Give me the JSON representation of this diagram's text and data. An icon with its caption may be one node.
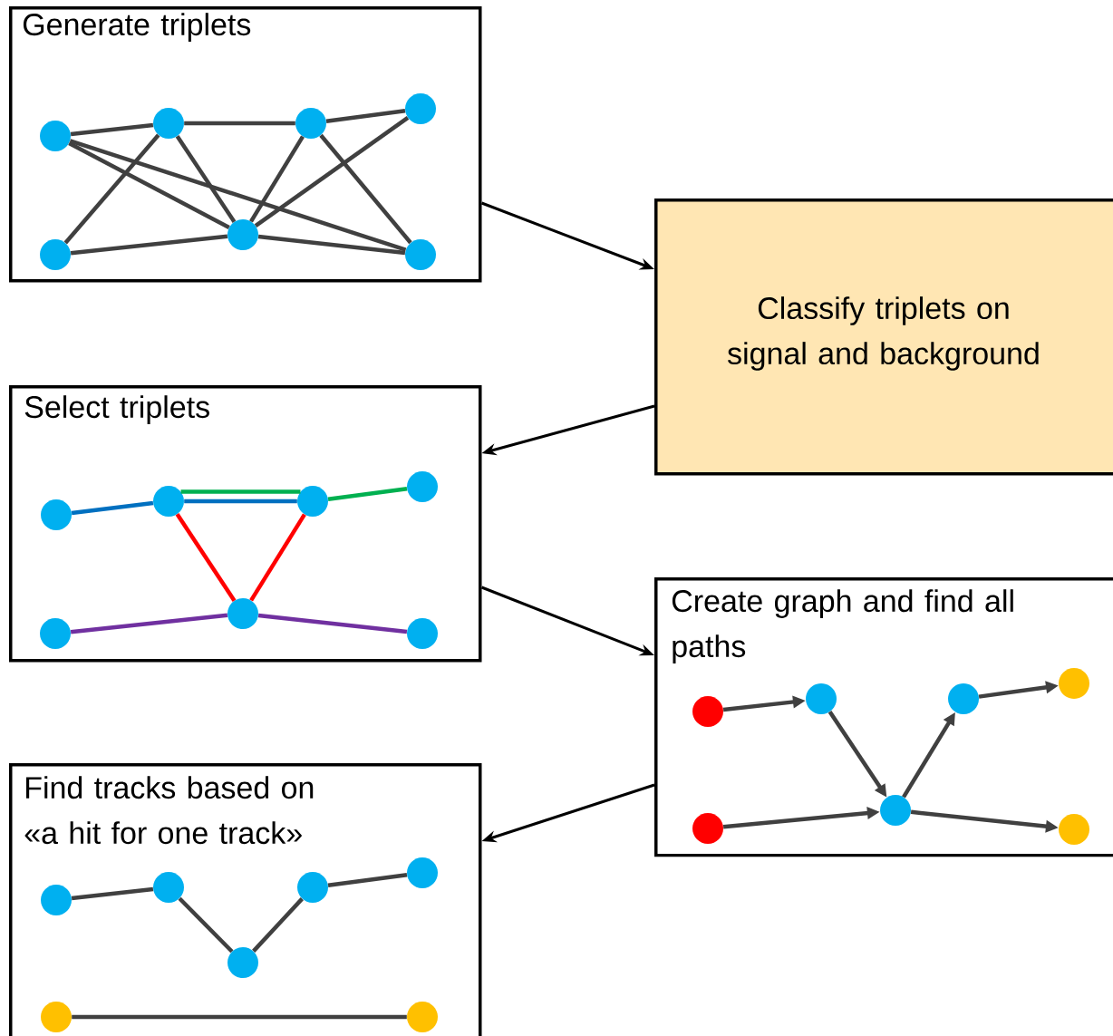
{
  "diagram": {
    "nodes": [
      {
        "text": [
          "Generate triplets"
        ]
      },
      {
        "text": [],
        "shape": "circle",
        "in": 0
      },
      {
        "text": [],
        "shape": "circle",
        "in": 0
      },
      {
        "text": [],
        "shape": "circle",
        "in": 0
      },
      {
        "text": [],
        "shape": "circle",
        "in": 0
      },
      {
        "text": [],
        "shape": "circle",
        "in": 0
      },
      {
        "text": [],
        "shape": "circle",
        "in": 0
      },
      {
        "text": [],
        "shape": "circle",
        "in": 0
      },
      {
        "text": [
          "Classify triplets on signal and background"
        ]
      },
      {
        "text": [
          "Select triplets"
        ]
      },
      {
        "text": [],
        "shape": "circle",
        "in": 9
      },
      {
        "text": [],
        "shape": "circle",
        "in": 9
      },
      {
        "text": [],
        "shape": "circle",
        "in": 9
      },
      {
        "text": [],
        "shape": "circle",
        "in": 9
      },
      {
        "text": [],
        "shape": "circle",
        "in": 9
      },
      {
        "text": [],
        "shape": "circle",
        "in": 9
      },
      {
        "text": [],
        "shape": "circle",
        "in": 9
      },
      {
        "text": [
          "Create graph and find all paths"
        ]
      },
      {
        "text": [],
        "shape": "circle",
        "in": 17
      },
      {
        "text": [],
        "shape": "circle",
        "in": 17
      },
      {
        "text": [],
        "shape": "circle",
        "in": 17
      },
      {
        "text": [],
        "shape": "circle",
        "in": 17
      },
      {
        "text": [],
        "shape": "circle",
        "in": 17
      },
      {
        "text": [],
        "shape": "circle",
        "in": 17
      },
      {
        "text": [],
        "shape": "circle",
        "in": 17
      },
      {
        "text": [
          "Find tracks based on «a hit for one track»"
        ]
      },
      {
        "text": [],
        "shape": "circle",
        "in": 25
      },
      {
        "text": [],
        "shape": "circle",
        "in": 25
      },
      {
        "text": [],
        "shape": "circle",
        "in": 25
      },
      {
        "text": [],
        "shape": "circle",
        "in": 25
      },
      {
        "text": [],
        "shape": "circle",
        "in": 25
      },
      {
        "text": [],
        "shape": "circle",
        "in": 25
      },
      {
        "text": [],
        "shape": "circle",
        "in": 25
      }
    ],
    "edges": [
      {
        "from": 0,
        "to": 8,
        "arrow": "to",
        "color": "#000000"
      },
      {
        "from": 8,
        "to": 9,
        "arrow": "to",
        "color": "#000000"
      },
      {
        "from": 9,
        "to": 17,
        "arrow": "to",
        "color": "#000000"
      },
      {
        "from": 17,
        "to": 25,
        "arrow": "to",
        "color": "#000000"
      },
      {
        "from": 1,
        "to": 2,
        "arrow": "none"
      },
      {
        "from": 2,
        "to": 3,
        "arrow": "none"
      },
      {
        "from": 3,
        "to": 4,
        "arrow": "none"
      },
      {
        "from": 1,
        "to": 6,
        "arrow": "none"
      },
      {
        "from": 1,
        "to": 7,
        "arrow": "none"
      },
      {
        "from": 2,
        "to": 5,
        "arrow": "none"
      },
      {
        "from": 2,
        "to": 6,
        "arrow": "none"
      },
      {
        "from": 5,
        "to": 6,
        "arrow": "none"
      },
      {
        "from": 6,
        "to": 3,
        "arrow": "none"
      },
      {
        "from": 6,
        "to": 4,
        "arrow": "none"
      },
      {
        "from": 6,
        "to": 7,
        "arrow": "none"
      },
      {
        "from": 3,
        "to": 7,
        "arrow": "none"
      },
      {
        "from": 10,
        "to": 11,
        "arrow": "none",
        "color": "#0070c0"
      },
      {
        "from": 11,
        "to": 12,
        "arrow": "none",
        "color": "#00b050"
      },
      {
        "from": 11,
        "to": 12,
        "arrow": "none",
        "color": "#0070c0"
      },
      {
        "from": 12,
        "to": 13,
        "arrow": "none",
        "color": "#00b050"
      },
      {
        "from": 11,
        "to": 15,
        "arrow": "none",
        "color": "#ff0000"
      },
      {
        "from": 15,
        "to": 12,
        "arrow": "none",
        "color": "#ff0000"
      },
      {
        "from": 14,
        "to": 15,
        "arrow": "none",
        "color": "#7030a0"
      },
      {
        "from": 15,
        "to": 16,
        "arrow": "none",
        "color": "#7030a0"
      },
      {
        "from": 18,
        "to": 19,
        "arrow": "to"
      },
      {
        "from": 19,
        "to": 23,
        "arrow": "to"
      },
      {
        "from": 23,
        "to": 20,
        "arrow": "to"
      },
      {
        "from": 20,
        "to": 21,
        "arrow": "to"
      },
      {
        "from": 22,
        "to": 23,
        "arrow": "to"
      },
      {
        "from": 23,
        "to": 24,
        "arrow": "to"
      },
      {
        "from": 26,
        "to": 27,
        "arrow": "none"
      },
      {
        "from": 27,
        "to": 30,
        "arrow": "none"
      },
      {
        "from": 30,
        "to": 28,
        "arrow": "none"
      },
      {
        "from": 28,
        "to": 29,
        "arrow": "none"
      },
      {
        "from": 31,
        "to": 32,
        "arrow": "none"
      }
    ]
  }
}
